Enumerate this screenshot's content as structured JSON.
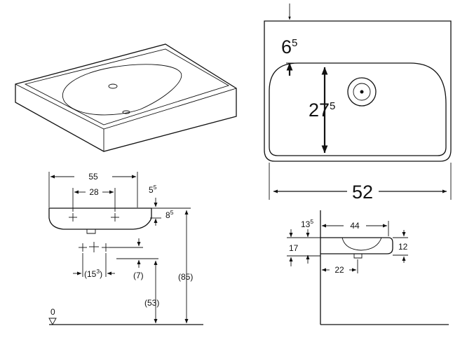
{
  "topview": {
    "offset_main": "6",
    "offset_sup": "5",
    "depth_main": "27",
    "depth_sup": "5",
    "width": "52"
  },
  "front": {
    "width": "55",
    "tap_spacing": "28",
    "rim_main": "5",
    "rim_sup": "5",
    "thick_main": "8",
    "thick_sup": "5",
    "valve_spacing_main": "(15",
    "valve_spacing_sup": "3",
    "valve_spacing_close": ")",
    "valve_height": "(7)",
    "install_height": "(53)",
    "total_height": "(85)",
    "floor": "0"
  },
  "side": {
    "wall_main": "13",
    "wall_sup": "5",
    "depth": "44",
    "height_left": "17",
    "height_right": "12",
    "waste": "22"
  }
}
